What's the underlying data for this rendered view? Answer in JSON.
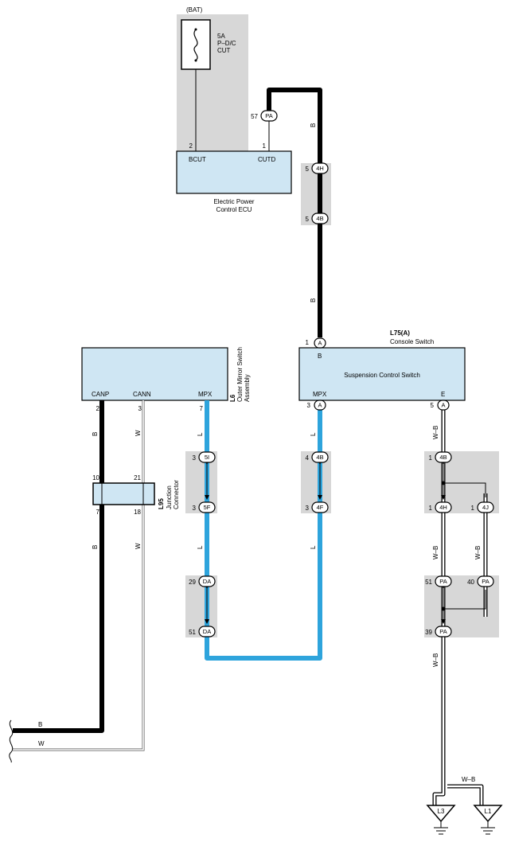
{
  "supply": {
    "label": "(BAT)"
  },
  "fuse": {
    "rating": "5A",
    "line1": "P–D/C",
    "line2": "CUT"
  },
  "ecu_power": {
    "name_line1": "Electric Power",
    "name_line2": "Control ECU",
    "term_left": "BCUT",
    "term_right": "CUTD",
    "pin_left": "2",
    "pin_right": "1"
  },
  "mirror_switch": {
    "code": "L6",
    "name_line1": "Outer Mirror Switch",
    "name_line2": "Assembly",
    "term_canp": "CANP",
    "term_cann": "CANN",
    "term_mpx": "MPX",
    "pin_canp": "2",
    "pin_cann": "3",
    "pin_mpx": "7"
  },
  "junction": {
    "code": "L95",
    "name_line1": "Junction",
    "name_line2": "Connector",
    "pin_tl": "10",
    "pin_tr": "21",
    "pin_bl": "7",
    "pin_br": "18"
  },
  "console": {
    "code": "L75(A)",
    "name": "Console Switch",
    "inner_name": "Suspension Control Switch",
    "term_b": "B",
    "term_mpx": "MPX",
    "term_e": "E",
    "pin_b": "1",
    "pin_mpx": "3",
    "pin_e": "5",
    "conn": "A"
  },
  "connectors": {
    "pa57": {
      "pin": "57",
      "id": "PA"
    },
    "h4_top": {
      "pin": "5",
      "id": "4H"
    },
    "b4_top": {
      "pin": "5",
      "id": "4B"
    },
    "i5": {
      "pin": "3",
      "id": "5I"
    },
    "f5": {
      "pin": "3",
      "id": "5F"
    },
    "da29": {
      "pin": "29",
      "id": "DA"
    },
    "da51": {
      "pin": "51",
      "id": "DA"
    },
    "b4_mid": {
      "pin": "4",
      "id": "4B"
    },
    "f4": {
      "pin": "3",
      "id": "4F"
    },
    "b4_e": {
      "pin": "1",
      "id": "4B"
    },
    "h4_e": {
      "pin": "1",
      "id": "4H"
    },
    "j4": {
      "pin": "1",
      "id": "4J"
    },
    "pa51": {
      "pin": "51",
      "id": "PA"
    },
    "pa40": {
      "pin": "40",
      "id": "PA"
    },
    "pa39": {
      "pin": "39",
      "id": "PA"
    }
  },
  "wire_colors": {
    "b": "B",
    "w": "W",
    "l": "L",
    "wb": "W–B"
  },
  "grounds": {
    "l3": "L3",
    "l1": "L1"
  },
  "colors": {
    "wire_blue": "#2ea4dc",
    "ecu_fill": "#cfe6f3",
    "connector_gray": "#d7d7d7"
  }
}
